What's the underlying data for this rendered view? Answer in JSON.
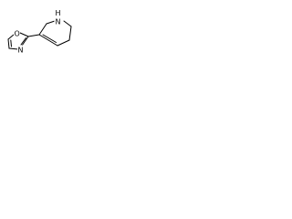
{
  "molecule": {
    "atoms": {
      "oxazole_o": "O",
      "oxazole_n": "N",
      "ring_nh": "N",
      "ring_nh_h": "H"
    }
  }
}
